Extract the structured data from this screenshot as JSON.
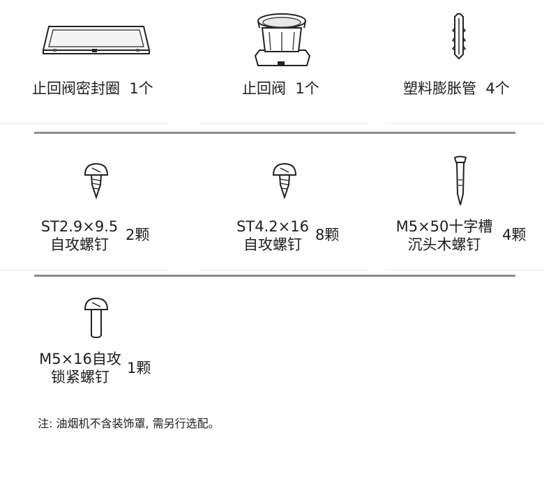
{
  "items": [
    {
      "name": "止回阀密封圈",
      "qty": "1个",
      "icon": "gasket-icon"
    },
    {
      "name": "止回阀",
      "qty": "1个",
      "icon": "check-valve-icon"
    },
    {
      "name": "塑料膨胀管",
      "qty": "4个",
      "icon": "wall-anchor-icon"
    },
    {
      "name_line1": "ST2.9×9.5",
      "name_line2": "自攻螺钉",
      "qty": "2颗",
      "icon": "self-tapping-screw-icon"
    },
    {
      "name_line1": "ST4.2×16",
      "name_line2": "自攻螺钉",
      "qty": "8颗",
      "icon": "self-tapping-screw-icon"
    },
    {
      "name_line1": "M5×50十字槽",
      "name_line2": "沉头木螺钉",
      "qty": "4颗",
      "icon": "wood-screw-icon"
    },
    {
      "name_line1": "M5×16自攻",
      "name_line2": "锁紧螺钉",
      "qty": "1颗",
      "icon": "locking-screw-icon"
    }
  ],
  "note": "注: 油烟机不含装饰罩, 需另行选配。"
}
